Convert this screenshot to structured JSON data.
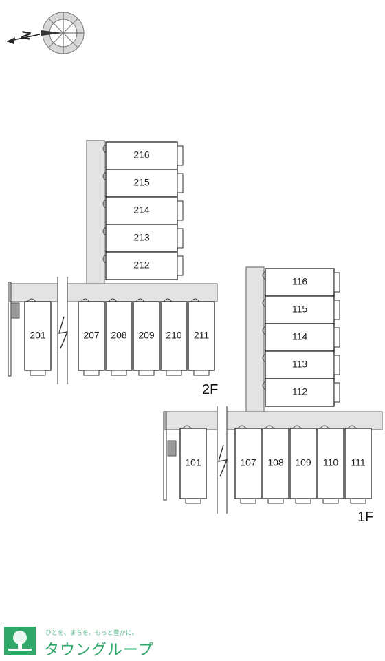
{
  "compass": {
    "label": "N",
    "icon": "compass-rose-icon"
  },
  "floors": {
    "second": {
      "label": "2F",
      "wing_units": [
        "216",
        "215",
        "214",
        "213",
        "212"
      ],
      "row_units": [
        "201",
        "207",
        "208",
        "209",
        "210",
        "211"
      ]
    },
    "first": {
      "label": "1F",
      "wing_units": [
        "116",
        "115",
        "114",
        "113",
        "112"
      ],
      "row_units": [
        "101",
        "107",
        "108",
        "109",
        "110",
        "111"
      ]
    }
  },
  "footer": {
    "tagline": "ひとを、まちを、もっと豊かに。",
    "brand": "タウングループ",
    "logo_icon": "town-group-logo-icon"
  },
  "colors": {
    "brand": "#2fa86a",
    "corridor": "#e3e3e3"
  }
}
